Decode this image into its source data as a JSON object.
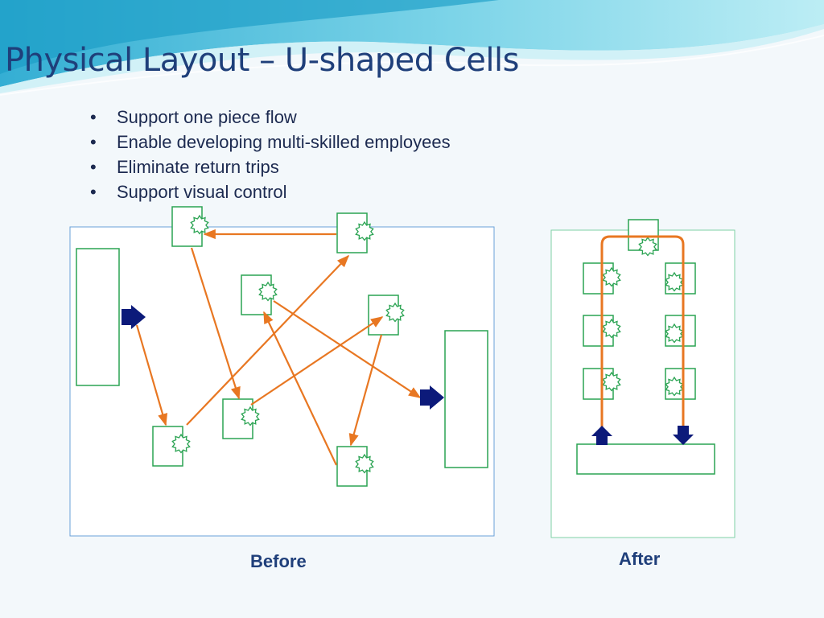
{
  "slide": {
    "title": "Physical Layout – U-shaped Cells",
    "bullets": [
      "Support one piece flow",
      "Enable developing multi-skilled employees",
      "Eliminate return trips",
      "Support visual control"
    ]
  },
  "before": {
    "label": "Before"
  },
  "after": {
    "label": "After"
  },
  "colors": {
    "title": "#1f3f7a",
    "flow": "#e87722",
    "station": "#2aa352",
    "arrow": "#0c1a7a",
    "panel_border": "#6aa0d8",
    "wave": "#5fc3df"
  }
}
